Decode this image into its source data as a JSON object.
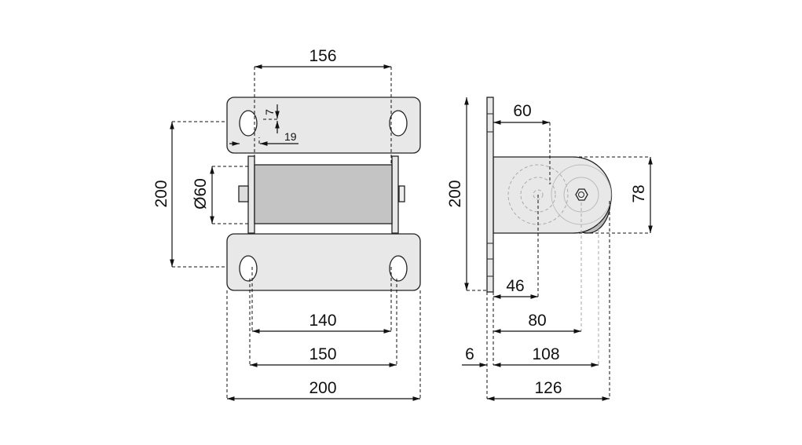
{
  "front_view": {
    "dims": {
      "top_width": "156",
      "height": "200",
      "roller_diameter": "Ø60",
      "slot_offset_v": "7",
      "slot_offset_h": "19",
      "inner_140": "140",
      "inner_150": "150",
      "overall_200": "200"
    }
  },
  "side_view": {
    "dims": {
      "d60": "60",
      "height": "200",
      "wheel_78": "78",
      "d46": "46",
      "d80": "80",
      "plate_6": "6",
      "d108": "108",
      "d126": "126"
    }
  },
  "colors": {
    "plate": "#e8e8e8",
    "roller": "#c4c4c4",
    "wheel": "#bdbdbd"
  }
}
